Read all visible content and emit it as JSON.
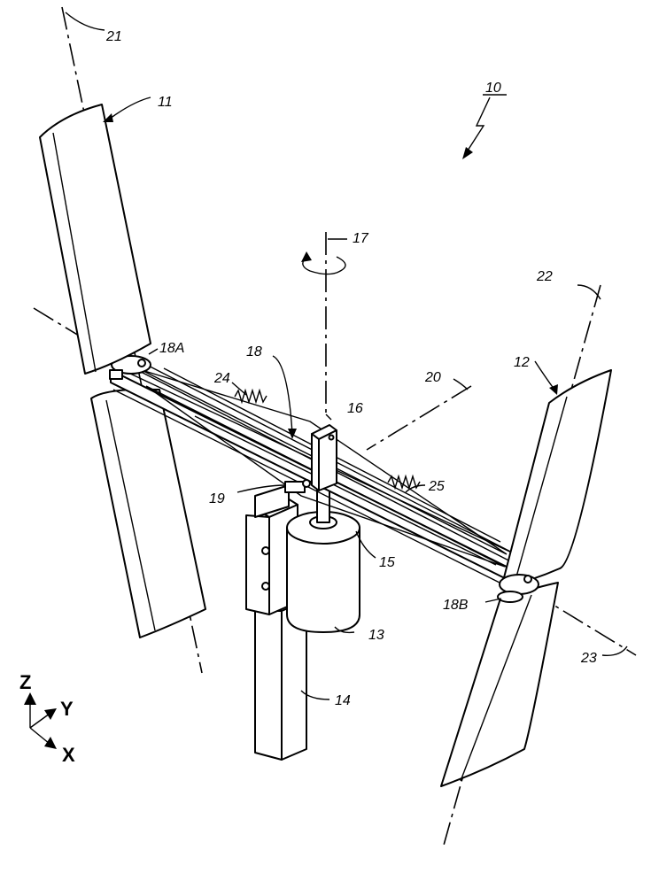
{
  "labels": {
    "assembly": "10",
    "blade_upper_left": "11",
    "blade_right": "12",
    "generator": "13",
    "post": "14",
    "shaft": "15",
    "hub": "16",
    "rotation_axis": "17",
    "arm": "18",
    "arm_end_a": "18A",
    "arm_end_b": "18B",
    "pivot": "19",
    "arm_axis": "20",
    "blade_axis_left": "21",
    "blade_axis_right": "22",
    "blade_axis_lower": "23",
    "spring_left": "24",
    "spring_right": "25"
  },
  "axes": {
    "z": "Z",
    "y": "Y",
    "x": "X"
  },
  "colors": {
    "ink": "#000000",
    "paper": "#ffffff"
  }
}
